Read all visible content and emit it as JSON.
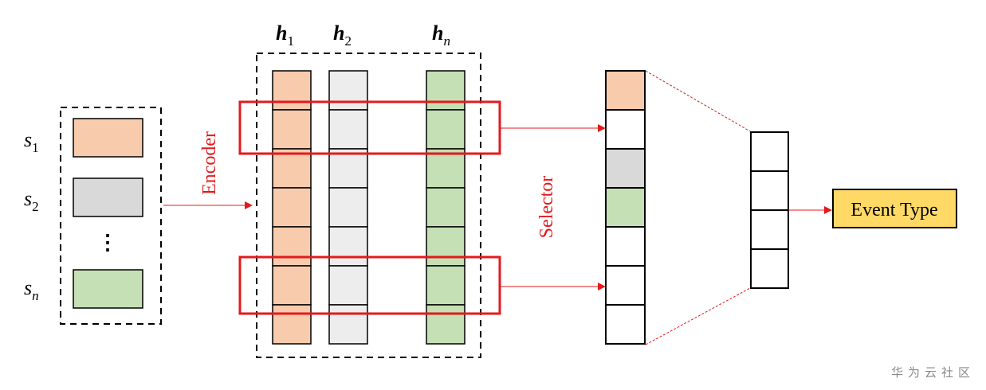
{
  "colors": {
    "orange": "#f8cbad",
    "gray": "#d9d9d9",
    "light_gray": "#ededed",
    "green": "#c5e0b4",
    "red": "#e31a1c",
    "gold": "#ffd966",
    "white": "#ffffff",
    "black": "#000000"
  },
  "inputs": {
    "labels": [
      {
        "base": "s",
        "sub": "1"
      },
      {
        "base": "s",
        "sub": "2"
      },
      {
        "base": "s",
        "sub": "n"
      }
    ],
    "ellipsis": "⋮"
  },
  "encoder": {
    "label": "Encoder",
    "column_labels": [
      {
        "base": "h",
        "sub": "1"
      },
      {
        "base": "h",
        "sub": "2"
      },
      {
        "base": "h",
        "sub": "n"
      }
    ],
    "column_colors": [
      "orange",
      "light_gray",
      "green"
    ],
    "cells_per_column": 7
  },
  "selector": {
    "label": "Selector",
    "cells": [
      "orange",
      "white",
      "gray",
      "green",
      "white",
      "white",
      "white"
    ]
  },
  "pooling": {
    "cells": 4
  },
  "output": {
    "label": "Event Type"
  },
  "watermark": "华为云社区"
}
